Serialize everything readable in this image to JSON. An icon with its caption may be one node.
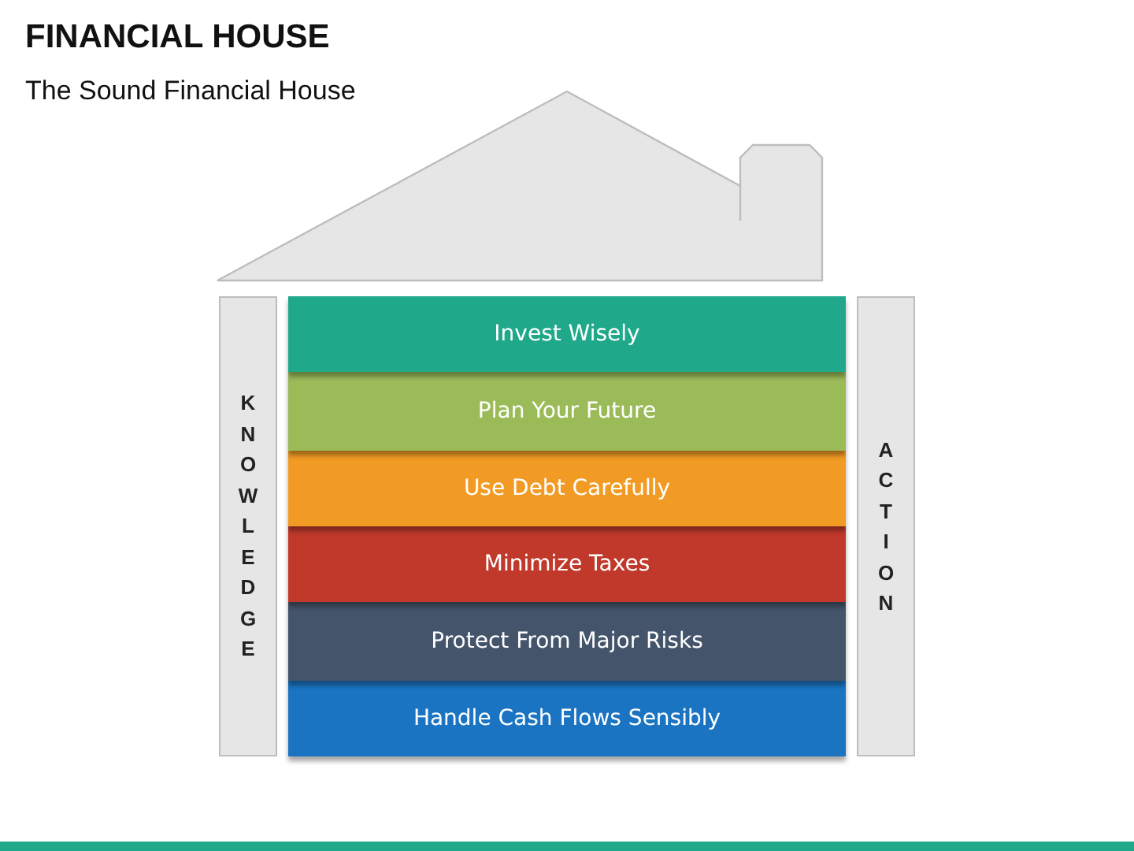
{
  "diagram": {
    "title": "FINANCIAL HOUSE",
    "nodes": [
      {
        "text": [
          "K N O W L E D G E"
        ]
      },
      {
        "text": [
          "Invest Wisely"
        ]
      },
      {
        "text": [
          "Plan Your Future"
        ]
      },
      {
        "text": [
          "Use Debt Carefully"
        ]
      },
      {
        "text": [
          "Minimize Taxes"
        ]
      },
      {
        "text": [
          "Protect From Major Risks"
        ]
      },
      {
        "text": [
          "Handle Cash Flows Sensibly"
        ]
      },
      {
        "text": [
          "A C T I O N"
        ]
      }
    ],
    "labels": [
      "The Sound Financial House"
    ]
  }
}
